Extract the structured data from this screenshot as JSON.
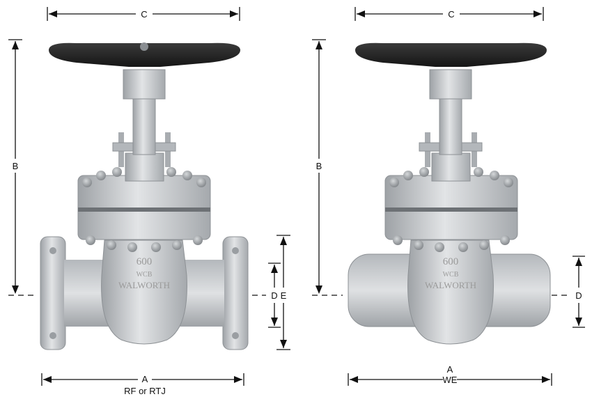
{
  "colors": {
    "body": "#c9cccf",
    "body_shadow": "#9ea2a6",
    "body_light": "#e4e6e8",
    "handwheel": "#262626",
    "dimension_line": "#111111"
  },
  "left_valve": {
    "end_type": "flanged",
    "dim_c": "C",
    "dim_b": "B",
    "dim_d": "D",
    "dim_e": "E",
    "dim_a": "A",
    "dim_a_sub": "RF or RTJ",
    "cast_rating": "600",
    "cast_material": "WCB",
    "cast_brand": "WALWORTH"
  },
  "right_valve": {
    "end_type": "butt-weld",
    "dim_c": "C",
    "dim_b": "B",
    "dim_d": "D",
    "dim_a": "A",
    "dim_a_sub": "WE",
    "cast_rating": "600",
    "cast_material": "WCB",
    "cast_brand": "WALWORTH"
  }
}
